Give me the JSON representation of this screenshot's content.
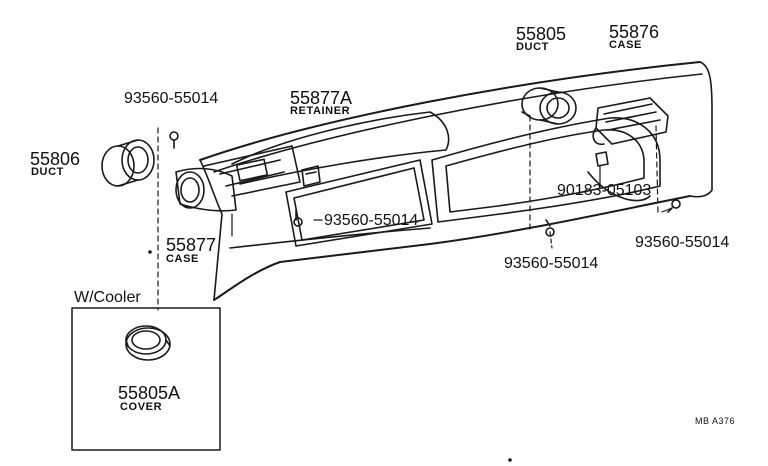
{
  "parts": {
    "screw_top_left": {
      "number": "93560-55014"
    },
    "duct_left": {
      "number": "55806",
      "name": "DUCT"
    },
    "retainer": {
      "number": "55877A",
      "name": "RETAINER"
    },
    "case_left": {
      "number": "55877",
      "name": "CASE"
    },
    "screw_center": {
      "number": "93560-55014"
    },
    "duct_center": {
      "number": "55805",
      "name": "DUCT"
    },
    "case_right": {
      "number": "55876",
      "name": "CASE"
    },
    "clip": {
      "number": "90183-05103"
    },
    "screw_bottom_mid": {
      "number": "93560-55014"
    },
    "screw_right": {
      "number": "93560-55014"
    }
  },
  "inset": {
    "title": "W/Cooler",
    "cover": {
      "number": "55805A",
      "name": "COVER"
    }
  },
  "diagram_code": "MB A376"
}
